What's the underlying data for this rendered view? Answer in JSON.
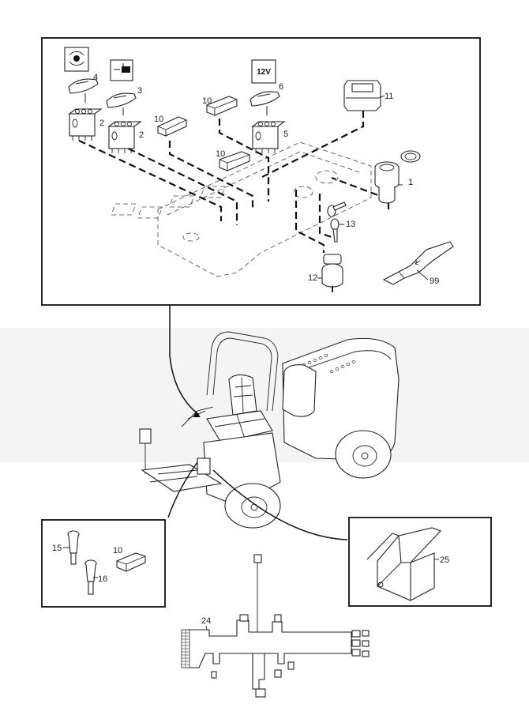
{
  "diagram": {
    "type": "exploded-parts-diagram",
    "subject": "Ride-on mower instrument panel switches and wiring harness",
    "background_band_color": "#f4f4f4",
    "line_color": "#111111"
  },
  "top_panel": {
    "symbols": [
      {
        "id": "sym-4",
        "icon": "rotating-beacon-icon",
        "text": ""
      },
      {
        "id": "sym-3",
        "icon": "cutter-height-icon",
        "text": ""
      },
      {
        "id": "sym-6",
        "icon": "12v-socket-icon",
        "text": "12V"
      }
    ],
    "callouts": [
      {
        "ref": "4",
        "part": "rocker switch cap (beacon)"
      },
      {
        "ref": "3",
        "part": "rocker switch cap (cutter)"
      },
      {
        "ref": "2",
        "part": "rocker switch"
      },
      {
        "ref": "2b",
        "label": "2",
        "part": "rocker switch"
      },
      {
        "ref": "10a",
        "label": "10",
        "part": "blanking plug"
      },
      {
        "ref": "10b",
        "label": "10",
        "part": "blanking plug"
      },
      {
        "ref": "10c",
        "label": "10",
        "part": "blanking plug"
      },
      {
        "ref": "6",
        "part": "rocker switch cap (12V)"
      },
      {
        "ref": "5",
        "part": "rocker switch"
      },
      {
        "ref": "11",
        "part": "indicator / display unit"
      },
      {
        "ref": "1",
        "part": "12V power socket"
      },
      {
        "ref": "13",
        "part": "ignition keys"
      },
      {
        "ref": "12",
        "part": "ignition switch"
      },
      {
        "ref": "99",
        "part": "removal tool"
      }
    ]
  },
  "bottom_left_panel": {
    "callouts": [
      {
        "ref": "15",
        "part": "indicator lamp"
      },
      {
        "ref": "16",
        "part": "indicator lamp"
      },
      {
        "ref": "10",
        "part": "blanking plug"
      }
    ]
  },
  "bottom_right_panel": {
    "callouts": [
      {
        "ref": "25",
        "part": "cover bracket"
      }
    ]
  },
  "harness": {
    "callouts": [
      {
        "ref": "24",
        "part": "wiring harness"
      }
    ]
  }
}
